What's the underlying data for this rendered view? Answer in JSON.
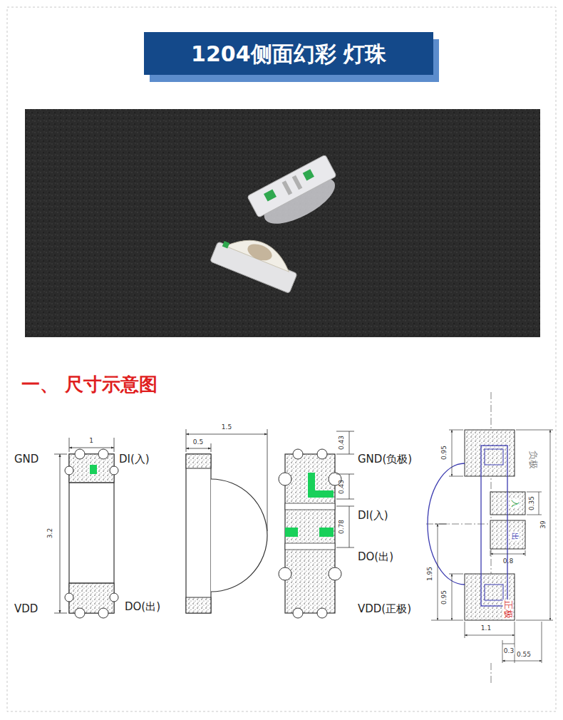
{
  "diagram": {
    "title": "1204侧面幻彩 灯珠",
    "labels": [
      "一、 尺寸示意图",
      "1",
      "3.2",
      "GND",
      "DI(入)",
      "VDD",
      "DO(出)",
      "1.5",
      "0.5",
      "0.43",
      "0.43",
      "0.78",
      "GND(负极)",
      "DI(入)",
      "DO(出)",
      "VDD(正极)",
      "0.95",
      "0.35",
      "39",
      "0.8",
      "1.95",
      "0.95",
      "1.1",
      "0.3",
      "0.55",
      "负极",
      "入",
      "出",
      "正极"
    ]
  }
}
